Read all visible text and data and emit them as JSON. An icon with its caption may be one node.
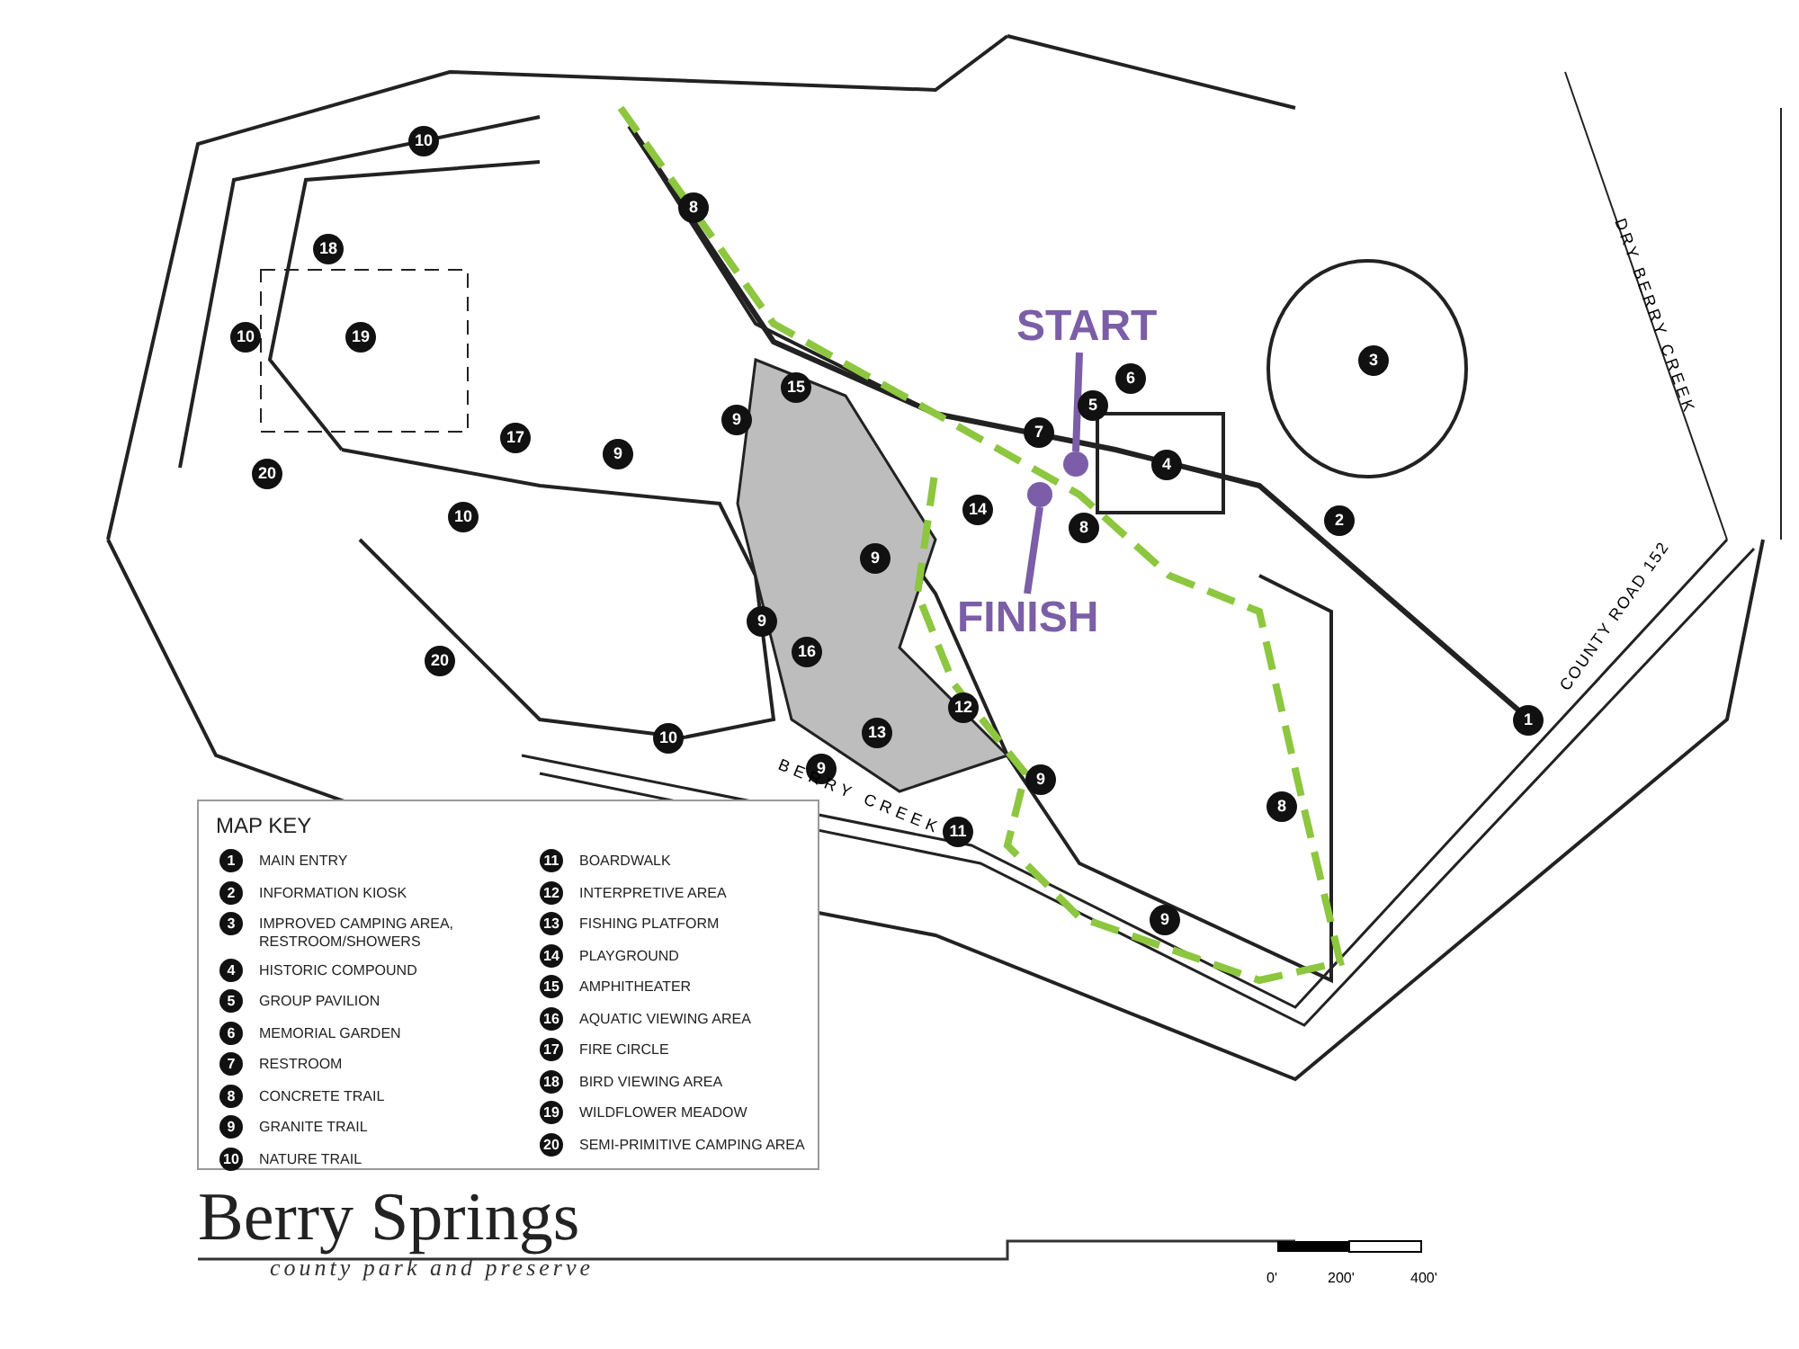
{
  "diagram": {
    "title": "Berry Springs",
    "nodes": [
      {
        "text": [
          "START"
        ]
      },
      {
        "text": [
          "FINISH"
        ]
      },
      {
        "text": [],
        "shape": "circle"
      },
      {
        "text": [],
        "shape": "circle"
      }
    ],
    "edges": [
      {
        "from": 0,
        "to": 2,
        "arrow": "none"
      },
      {
        "from": 1,
        "to": 3,
        "arrow": "none"
      }
    ],
    "labels": [
      "MAP KEY",
      "1",
      "MAIN ENTRY",
      "2",
      "INFORMATION KIOSK",
      "3",
      "IMPROVED CAMPING AREA, RESTROOM/SHOWERS",
      "4",
      "HISTORIC COMPOUND",
      "5",
      "GROUP PAVILION",
      "6",
      "MEMORIAL GARDEN",
      "7",
      "RESTROOM",
      "8",
      "CONCRETE TRAIL",
      "9",
      "GRANITE TRAIL",
      "10",
      "NATURE TRAIL",
      "11",
      "BOARDWALK",
      "12",
      "INTERPRETIVE AREA",
      "13",
      "FISHING PLATFORM",
      "14",
      "PLAYGROUND",
      "15",
      "AMPHITHEATER",
      "16",
      "AQUATIC VIEWING AREA",
      "17",
      "FIRE CIRCLE",
      "18",
      "BIRD VIEWING AREA",
      "19",
      "WILDFLOWER MEADOW",
      "20",
      "SEMI-PRIMITIVE CAMPING AREA",
      "10",
      "8",
      "18",
      "10",
      "19",
      "15",
      "9",
      "3",
      "6",
      "17",
      "9",
      "7",
      "5",
      "4",
      "20",
      "10",
      "14",
      "8",
      "2",
      "9",
      "9",
      "16",
      "20",
      "12",
      "10",
      "13",
      "9",
      "9",
      "1",
      "11",
      "8",
      "9",
      "DRY BERRY CREEK",
      "BERRY CREEK",
      "COUNTY ROAD 152",
      "0'",
      "200'",
      "400'",
      "county park and preserve"
    ]
  }
}
